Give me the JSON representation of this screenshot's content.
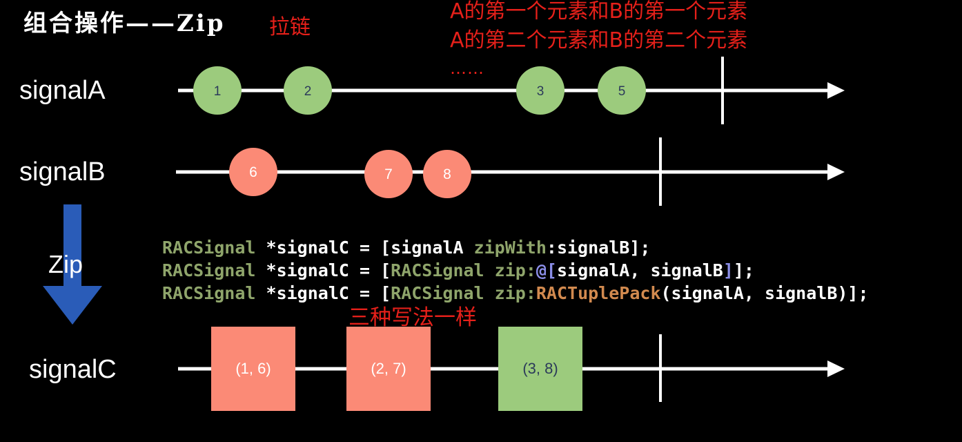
{
  "title": "组合操作——Zip",
  "subtitle": "拉链",
  "notes": [
    "A的第一个元素和B的第一个元素",
    "A的第二个元素和B的第二个元素",
    "……"
  ],
  "signals": {
    "a": {
      "label": "signalA",
      "marbles": [
        "1",
        "2",
        "3",
        "5"
      ]
    },
    "b": {
      "label": "signalB",
      "marbles": [
        "6",
        "7",
        "8"
      ]
    },
    "c": {
      "label": "signalC",
      "boxes": [
        "(1,  6)",
        "(2,  7)",
        "(3,  8)"
      ]
    }
  },
  "operator_label": "Zip",
  "code": {
    "line1": {
      "cls": "RACSignal",
      "mid": " *signalC = [signalA ",
      "method": "zipWith",
      "rest": ":signalB];"
    },
    "line2": {
      "cls": "RACSignal",
      "mid": " *signalC = [",
      "cls2": "RACSignal",
      "method": " zip:",
      "op": "@[",
      "args": "signalA, signalB",
      "close": "]",
      "end": "];"
    },
    "line3": {
      "cls": "RACSignal",
      "mid": " *signalC = [",
      "cls2": "RACSignal",
      "method": " zip:",
      "macro": "RACTuplePack",
      "args": "(signalA, signalB)];"
    }
  },
  "same_note": "三种写法一样",
  "colors": {
    "accent_red": "#e5201a",
    "marble_green": "#9ccb7d",
    "marble_salmon": "#fb8a76",
    "arrow_blue": "#2a5cb8"
  }
}
